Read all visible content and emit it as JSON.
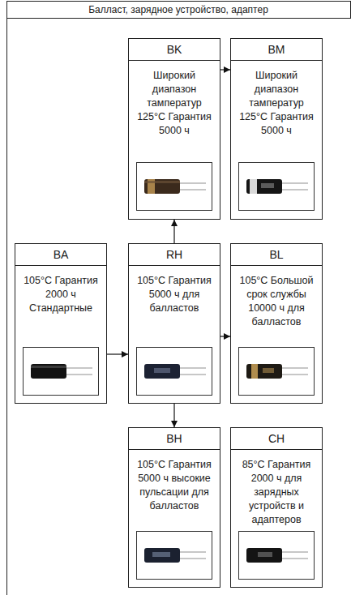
{
  "diagram": {
    "title": "Балласт, зарядное устройство, адаптер",
    "nodes": [
      {
        "text": [
          "BK",
          "Широкий диапазон тамператур 125°C Гарантия 5000 ч"
        ]
      },
      {
        "text": [
          "BM",
          "Широкий диапазон тамператур 125°C Гарантия 5000 ч"
        ]
      },
      {
        "text": [
          "BA",
          "105°C Гарантия 2000 ч Стандартные"
        ]
      },
      {
        "text": [
          "RH",
          "105°C Гарантия 5000 ч для балластов"
        ]
      },
      {
        "text": [
          "BL",
          "105°C Большой срок службы 10000 ч для балластов"
        ]
      },
      {
        "text": [
          "BH",
          "105°C Гарантия 5000 ч высокие пульсации для балластов"
        ]
      },
      {
        "text": [
          "CH",
          "85°C Гарантия 2000 ч для зарядных устройств и адаптеров"
        ]
      }
    ],
    "edges": [
      {
        "from": 2,
        "to": 3,
        "arrow": "to"
      },
      {
        "from": 3,
        "to": 0,
        "arrow": "to"
      },
      {
        "from": 3,
        "to": 4,
        "arrow": "to"
      },
      {
        "from": 3,
        "to": 5,
        "arrow": "to"
      },
      {
        "from": 0,
        "to": 1,
        "arrow": "to"
      }
    ]
  }
}
